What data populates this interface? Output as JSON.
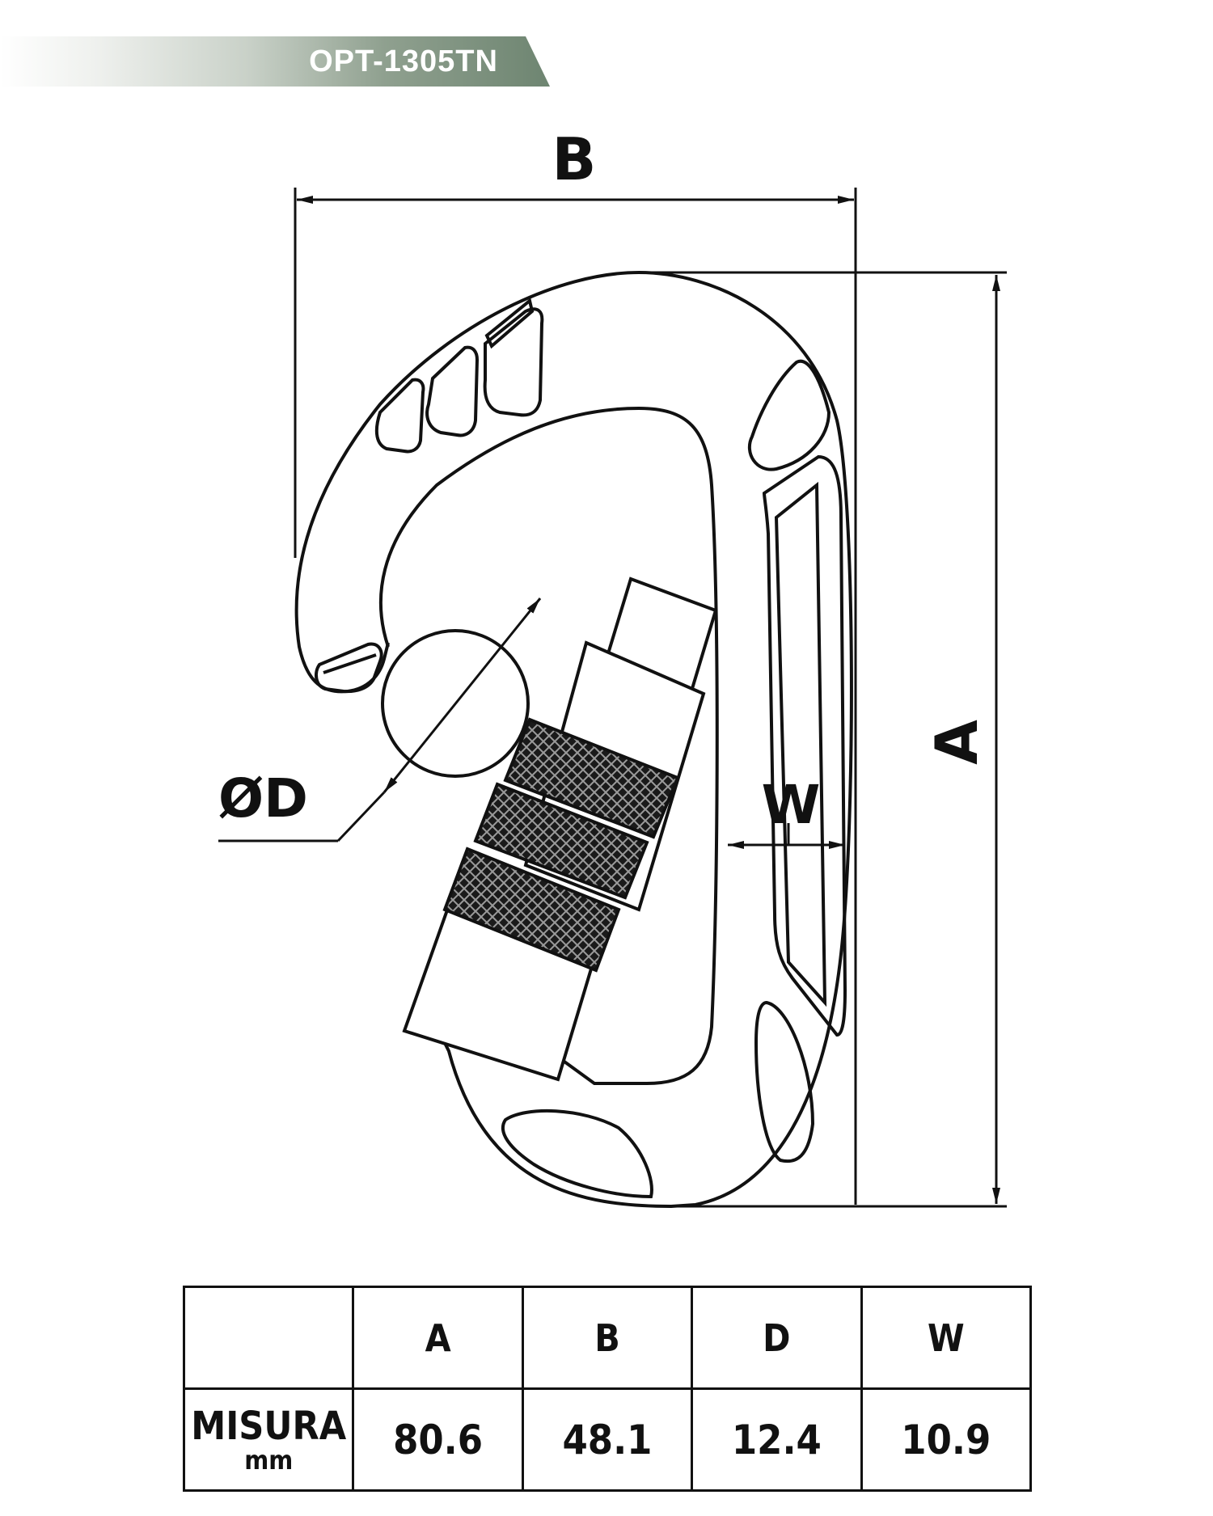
{
  "header": {
    "model_code": "OPT-1305TN",
    "accent_color": "#6e8571"
  },
  "diagram": {
    "labels": {
      "a": "A",
      "b": "B",
      "d": "ØD",
      "w": "W"
    }
  },
  "table": {
    "header_empty": "",
    "columns": [
      "A",
      "B",
      "D",
      "W"
    ],
    "row_label": "MISURA",
    "row_unit": "mm",
    "values": [
      "80.6",
      "48.1",
      "12.4",
      "10.9"
    ]
  }
}
